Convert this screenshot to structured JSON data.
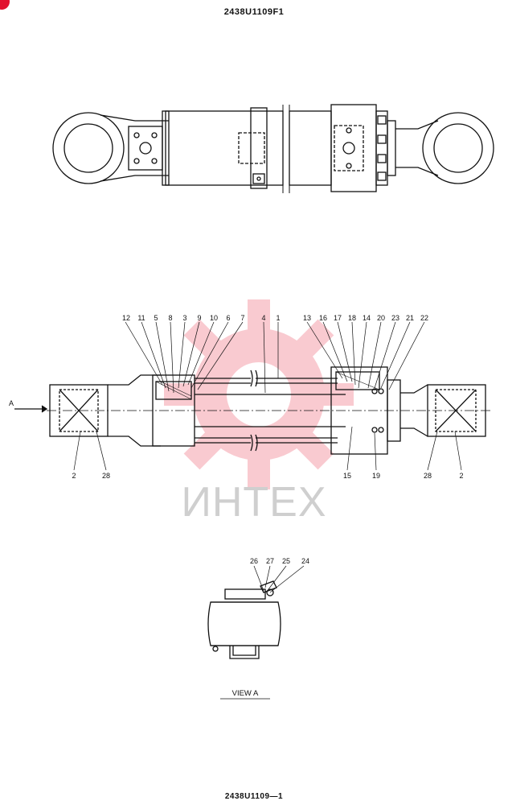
{
  "drawing": {
    "title": "2438U1109F1",
    "footer": "2438U1109—1",
    "watermark": "ИНТЕХ",
    "brand_color": "#e2112d",
    "view_arrow_label": "A",
    "view_label": "VIEW   A"
  },
  "callouts_top": [
    "12",
    "11",
    "5",
    "8",
    "3",
    "9",
    "10",
    "6",
    "7",
    "4",
    "1",
    "13",
    "16",
    "17",
    "18",
    "14",
    "20",
    "23",
    "21",
    "22"
  ],
  "callouts_bottom": [
    "2",
    "28",
    "15",
    "19",
    "28",
    "2"
  ],
  "callouts_view": [
    "26",
    "27",
    "25",
    "24"
  ]
}
